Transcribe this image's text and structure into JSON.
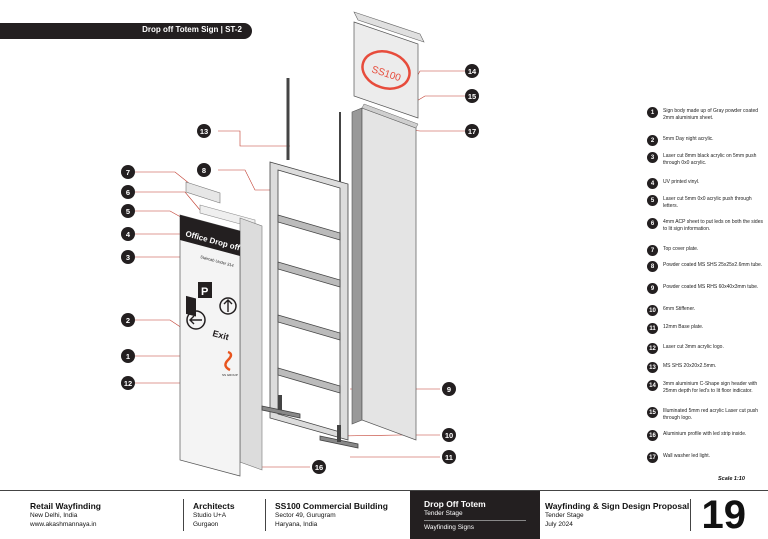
{
  "header": {
    "title": "Drop off Totem Sign | ST-2"
  },
  "sign_graphics": {
    "panel_title": "Office Drop off",
    "staircase_text": "Staircab Under 314",
    "parking_letter": "P",
    "exit_label": "Exit",
    "logo_text": "SS100",
    "small_logo": "SS GROUP"
  },
  "callouts_left": [
    "7",
    "6",
    "5",
    "4",
    "3",
    "2",
    "1",
    "12"
  ],
  "callouts_right": [
    "14",
    "15",
    "17",
    "9",
    "10",
    "11"
  ],
  "callouts_top": [
    "13",
    "8"
  ],
  "callouts_bottom": [
    "16"
  ],
  "legend": [
    {
      "num": "1",
      "text": "Sign body made up of Gray powder coated 2mm aluminium sheet."
    },
    {
      "num": "2",
      "text": "5mm Day night acrylic."
    },
    {
      "num": "3",
      "text": "Laser cut 8mm black acrylic on 5mm push through 0x0 acrylic."
    },
    {
      "num": "4",
      "text": "UV printed vinyl."
    },
    {
      "num": "5",
      "text": "Laser cut 5mm 0x0 acrylic push through letters."
    },
    {
      "num": "6",
      "text": "4mm ACP sheet to put leds on both the sides to lit sign information."
    },
    {
      "num": "7",
      "text": "Top cover plate."
    },
    {
      "num": "8",
      "text": "Powder coated MS SHS 25x25x2.6mm tube."
    },
    {
      "num": "9",
      "text": "Powder coated MS RHS 60x40x3mm tube."
    },
    {
      "num": "10",
      "text": "6mm Stiffener."
    },
    {
      "num": "11",
      "text": "12mm Base plate."
    },
    {
      "num": "12",
      "text": "Laser cut 3mm acrylic logo."
    },
    {
      "num": "13",
      "text": "MS SHS 20x20x2.5mm."
    },
    {
      "num": "14",
      "text": "3mm aluminium C-Shape sign header with 25mm depth for led's to lit floor indicator."
    },
    {
      "num": "15",
      "text": "Illuminated 5mm red acrylic Laser cut push through logo."
    },
    {
      "num": "16",
      "text": "Aluminium profile with led strip inside."
    },
    {
      "num": "17",
      "text": "Wall washer led light."
    }
  ],
  "scale": "Scale 1:10",
  "footer": {
    "project": {
      "title": "Retail Wayfinding",
      "lines": [
        "New Delhi, India",
        "www.akashmannaya.in"
      ]
    },
    "architects": {
      "title": "Architects",
      "lines": [
        "Studio U+A",
        "Gurgaon"
      ]
    },
    "building": {
      "title": "SS100 Commercial Building",
      "lines": [
        "Sector 49, Gurugram",
        "Haryana, India"
      ]
    },
    "sheet": {
      "title": "Drop Off Totem",
      "lines": [
        "Tender Stage",
        "Wayfinding Signs"
      ]
    },
    "proposal": {
      "title": "Wayfinding & Sign Design Proposal",
      "lines": [
        "Tender Stage",
        "July 2024"
      ]
    },
    "page_number": "19"
  }
}
